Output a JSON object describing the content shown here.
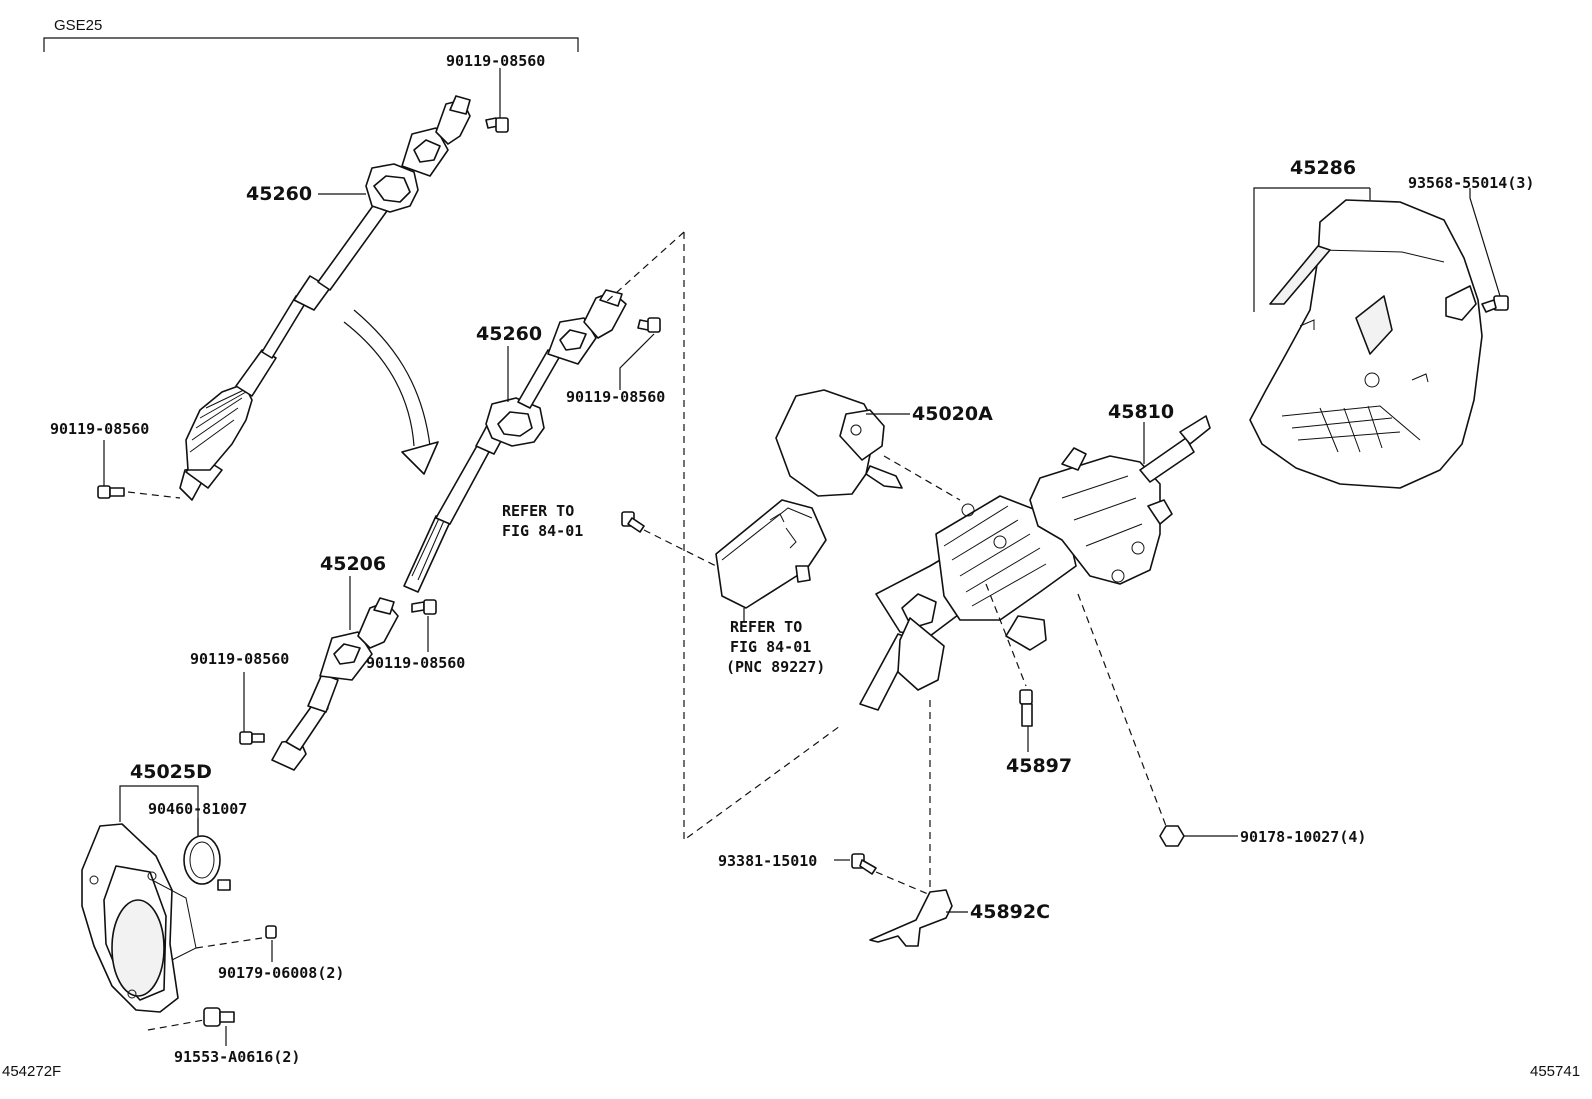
{
  "model_code": "GSE25",
  "illustration_ids": {
    "left": "454272F",
    "right": "455741"
  },
  "labels": {
    "bolt_top": "90119-08560",
    "shaft_upper": "45260",
    "bolt_left": "90119-08560",
    "shaft_middle": "45260",
    "bolt_middle": "90119-08560",
    "refer_a_line1": "REFER TO",
    "refer_a_line2": "FIG 84-01",
    "joint_lower": "45206",
    "bolt_lower_left": "90119-08560",
    "bolt_lower_right": "90119-08560",
    "cover_assy": "45025D",
    "clamp": "90460-81007",
    "nut_cover": "90179-06008(2)",
    "bolt_cover": "91553-A0616(2)",
    "lock_assy": "45020A",
    "refer_b_line1": "REFER TO",
    "refer_b_line2": "FIG 84-01",
    "refer_b_line3": "(PNC 89227)",
    "column_assy": "45810",
    "bolt_column": "45897",
    "nut_column": "90178-10027(4)",
    "screw_bracket": "93381-15010",
    "bracket": "45892C",
    "column_cover": "45286",
    "screw_cover": "93568-55014(3)"
  },
  "icons": [
    "curved-arrow-icon",
    "bolt-icon",
    "nut-icon",
    "screw-icon"
  ]
}
